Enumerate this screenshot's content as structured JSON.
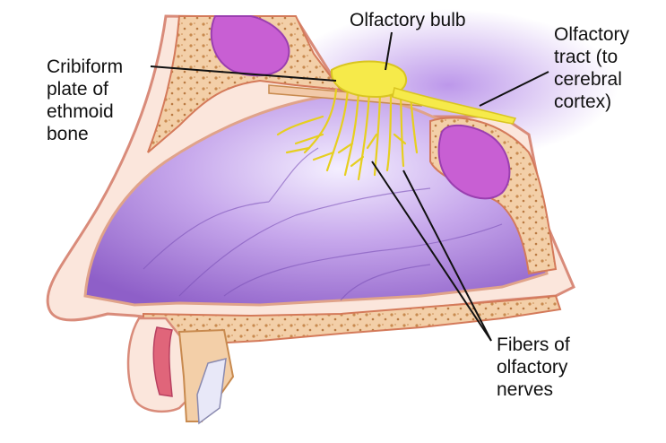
{
  "labels": {
    "olfactory_bulb": "Olfactory bulb",
    "olfactory_tract": "Olfactory\ntract (to\ncerebral\ncortex)",
    "cribriform_plate": "Cribiform\nplate of\nethmoid\nbone",
    "olfactory_fibers": "Fibers of\nolfactory\nnerves"
  },
  "colors": {
    "cavity": "#a67bd6",
    "bone": "#f2c9a8",
    "bone_dark": "#c88a4f",
    "mucosa": "#e07070",
    "nerve": "#f2e23a",
    "sinus": "#c05dd0",
    "cartilage": "#e8e0f0",
    "leader": "#111111"
  }
}
